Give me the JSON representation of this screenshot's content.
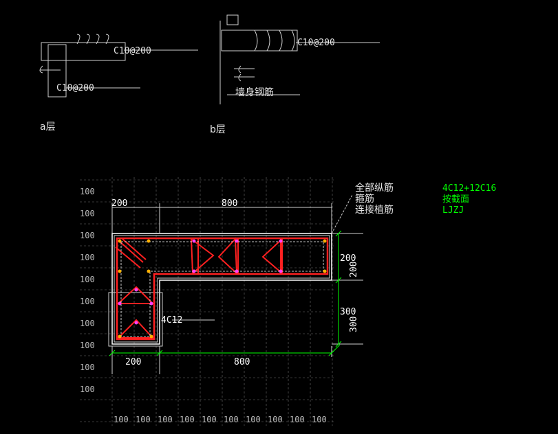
{
  "detail_a": {
    "label": "a层",
    "rebar_top": "C10@200",
    "rebar_bottom": "C10@200"
  },
  "detail_b": {
    "label": "b层",
    "rebar": "C10@200",
    "wall_label": "墙身钢筋"
  },
  "section": {
    "top_dims": [
      "200",
      "800"
    ],
    "bottom_dims": [
      "200",
      "800"
    ],
    "right_dims": [
      "200",
      "300"
    ],
    "right_dims_rotated": [
      "200",
      "300"
    ],
    "inner_label": "4C12"
  },
  "legend": {
    "rows": [
      {
        "key": "全部纵筋",
        "value": "4C12+12C16"
      },
      {
        "key": "箍筋",
        "value": "按截面"
      },
      {
        "key": "连接植筋",
        "value": "LJZJ"
      }
    ]
  },
  "grid_labels": {
    "left": [
      "100",
      "100",
      "100",
      "100",
      "100",
      "100",
      "100",
      "100",
      "100",
      "100"
    ],
    "bottom": [
      "100",
      "100",
      "100",
      "100",
      "100",
      "100",
      "100",
      "100",
      "100",
      "100"
    ]
  },
  "colors": {
    "rebar": "#ff2020",
    "dim": "#00ff00",
    "text": "#e6e6e6",
    "grid": "#6e6e6e"
  }
}
